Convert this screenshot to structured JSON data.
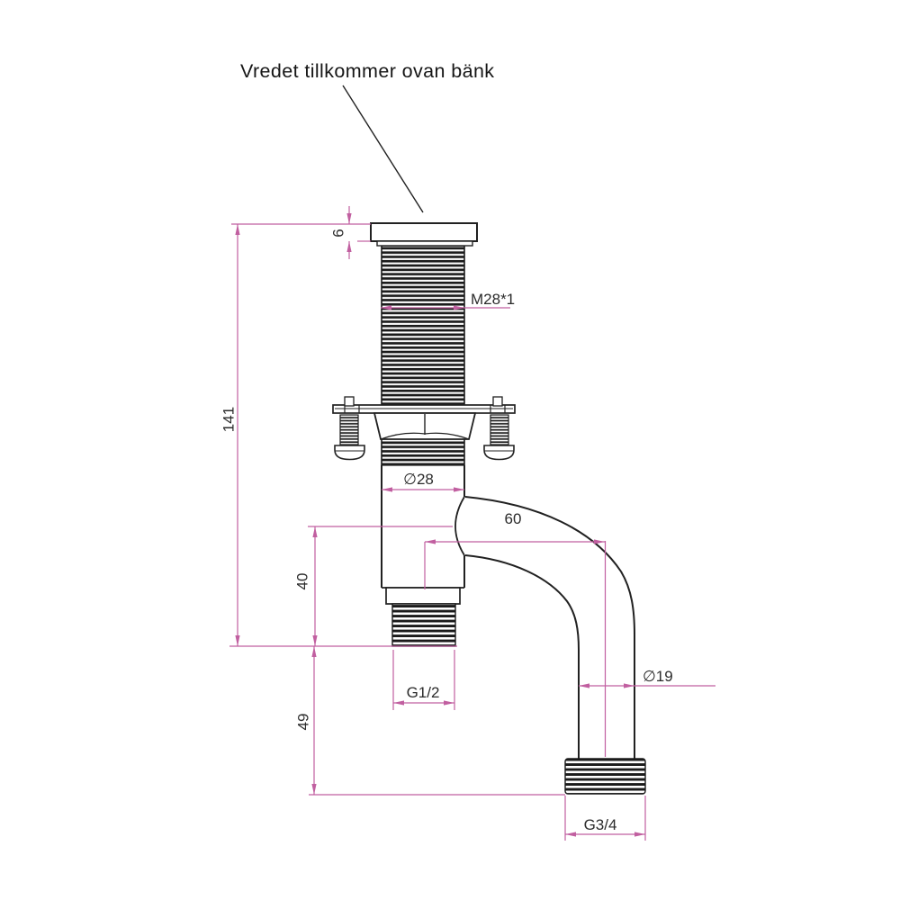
{
  "title": "Vredet tillkommer ovan bänk",
  "labels": {
    "cap_height": "6",
    "overall_length": "141",
    "top_thread_spec": "M28*1",
    "body_diameter": "∅28",
    "spout_offset": "60",
    "lower_section_height": "40",
    "outlet_thread_spec": "G1/2",
    "pipe_diameter": "∅19",
    "vertical_drop": "49",
    "pipe_thread_spec": "G3/4"
  },
  "colors": {
    "dimension_line": "#c15fa0",
    "drawing_line": "#212121",
    "thread_fill": "#1b1b1b",
    "label_text": "#2b2b2b",
    "background": "#ffffff"
  }
}
